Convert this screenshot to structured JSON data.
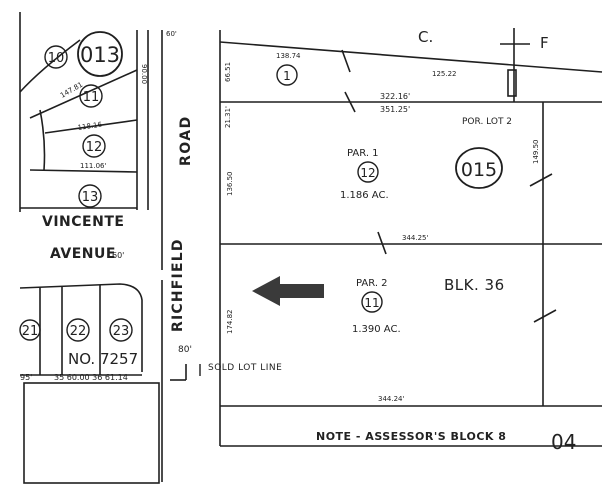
{
  "colors": {
    "ink": "#1f1f1f",
    "paper": "#ffffff",
    "arrow": "#3a3a3a"
  },
  "blocks": {
    "top_left": "C.",
    "top_right": "F",
    "main": "BLK. 36"
  },
  "book_pages": {
    "left": "013",
    "right": "015"
  },
  "parcels": {
    "p1_dim": "138.74",
    "p1_dim2": "125.22",
    "p1_side": "66.51",
    "mid_dim_a": "322.16'",
    "mid_dim_b": "351.25'",
    "side_21": "21.31'",
    "por_lot": "POR. LOT 2",
    "par1_label": "PAR. 1",
    "par1_num": "12",
    "par1_area": "1.186 AC.",
    "par1_left": "136.50",
    "par1_right": "149.50",
    "mid_line": "344.25'",
    "par2_label": "PAR. 2",
    "par2_num": "11",
    "par2_area": "1.390 AC.",
    "par2_left": "174.82",
    "bottom_line": "344.24'",
    "lot1_num": "1"
  },
  "streets": {
    "road": "ROAD",
    "richfield": "RICHFIELD",
    "vincente": "VINCENTE",
    "avenue": "AVENUE",
    "avenue_width": "60'",
    "road_width": "80'",
    "top_width": "60'"
  },
  "left_lots": {
    "l10": "10",
    "l11": "11",
    "l12": "12",
    "l13": "13",
    "l21": "21",
    "l22": "22",
    "l23": "23",
    "d_147": "147.81",
    "d_118": "118.16",
    "d_111": "111.06'",
    "d_90": "90.00",
    "tract": "NO. 7257",
    "bottom_dims": "35 60.00 36 61.14",
    "edge_95": "95'"
  },
  "notes": {
    "sold_lot_line": "SOLD LOT LINE",
    "assessor": "NOTE - ASSESSOR'S BLOCK 8",
    "page_number": "04"
  }
}
